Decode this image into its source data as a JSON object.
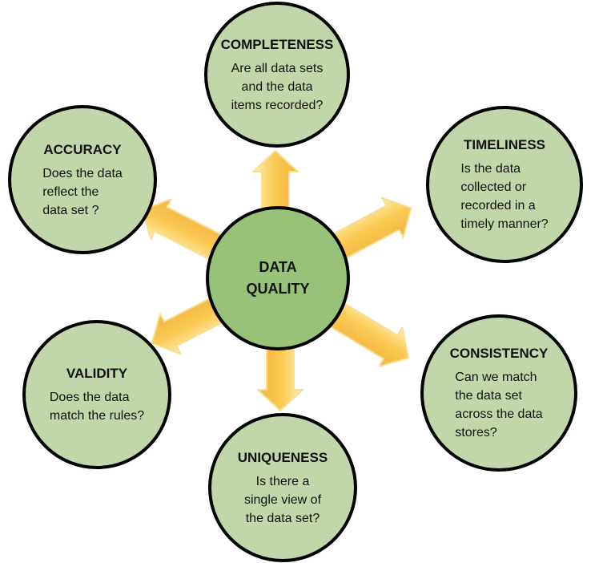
{
  "colors": {
    "node_fill": "#C2D7A9",
    "center_fill": "#97C278",
    "outline": "#000000",
    "arrow_gold": "#FBCB5B",
    "arrow_highlight": "#FFE9A8",
    "arrow_edge": "#F6DF96",
    "background": "#FFFFFF"
  },
  "center": {
    "lines": [
      "DATA",
      "QUALITY"
    ]
  },
  "nodes": {
    "completeness": {
      "title": "COMPLETENESS",
      "lines": [
        "Are all data sets",
        "and the data",
        "items recorded?"
      ]
    },
    "accuracy": {
      "title": "ACCURACY",
      "lines": [
        "Does the data",
        "reflect the",
        "data set ?"
      ]
    },
    "timeliness": {
      "title": "TIMELINESS",
      "lines": [
        "Is the data",
        "collected or",
        "recorded in a",
        "timely manner?"
      ]
    },
    "validity": {
      "title": "VALIDITY",
      "lines": [
        "Does the data",
        "match the rules?"
      ]
    },
    "uniqueness": {
      "title": "UNIQUENESS",
      "lines": [
        "Is there a",
        "single view of",
        "the data set?"
      ]
    },
    "consistency": {
      "title": "CONSISTENCY",
      "lines": [
        "Can we match",
        "the data set",
        "across the data",
        "stores?"
      ]
    }
  },
  "arrows": [
    {
      "from": "center",
      "to": "completeness",
      "direction": "up"
    },
    {
      "from": "center",
      "to": "timeliness",
      "direction": "up-right"
    },
    {
      "from": "center",
      "to": "consistency",
      "direction": "down-right"
    },
    {
      "from": "center",
      "to": "uniqueness",
      "direction": "down"
    },
    {
      "from": "center",
      "to": "validity",
      "direction": "down-left"
    },
    {
      "from": "center",
      "to": "accuracy",
      "direction": "up-left"
    }
  ]
}
